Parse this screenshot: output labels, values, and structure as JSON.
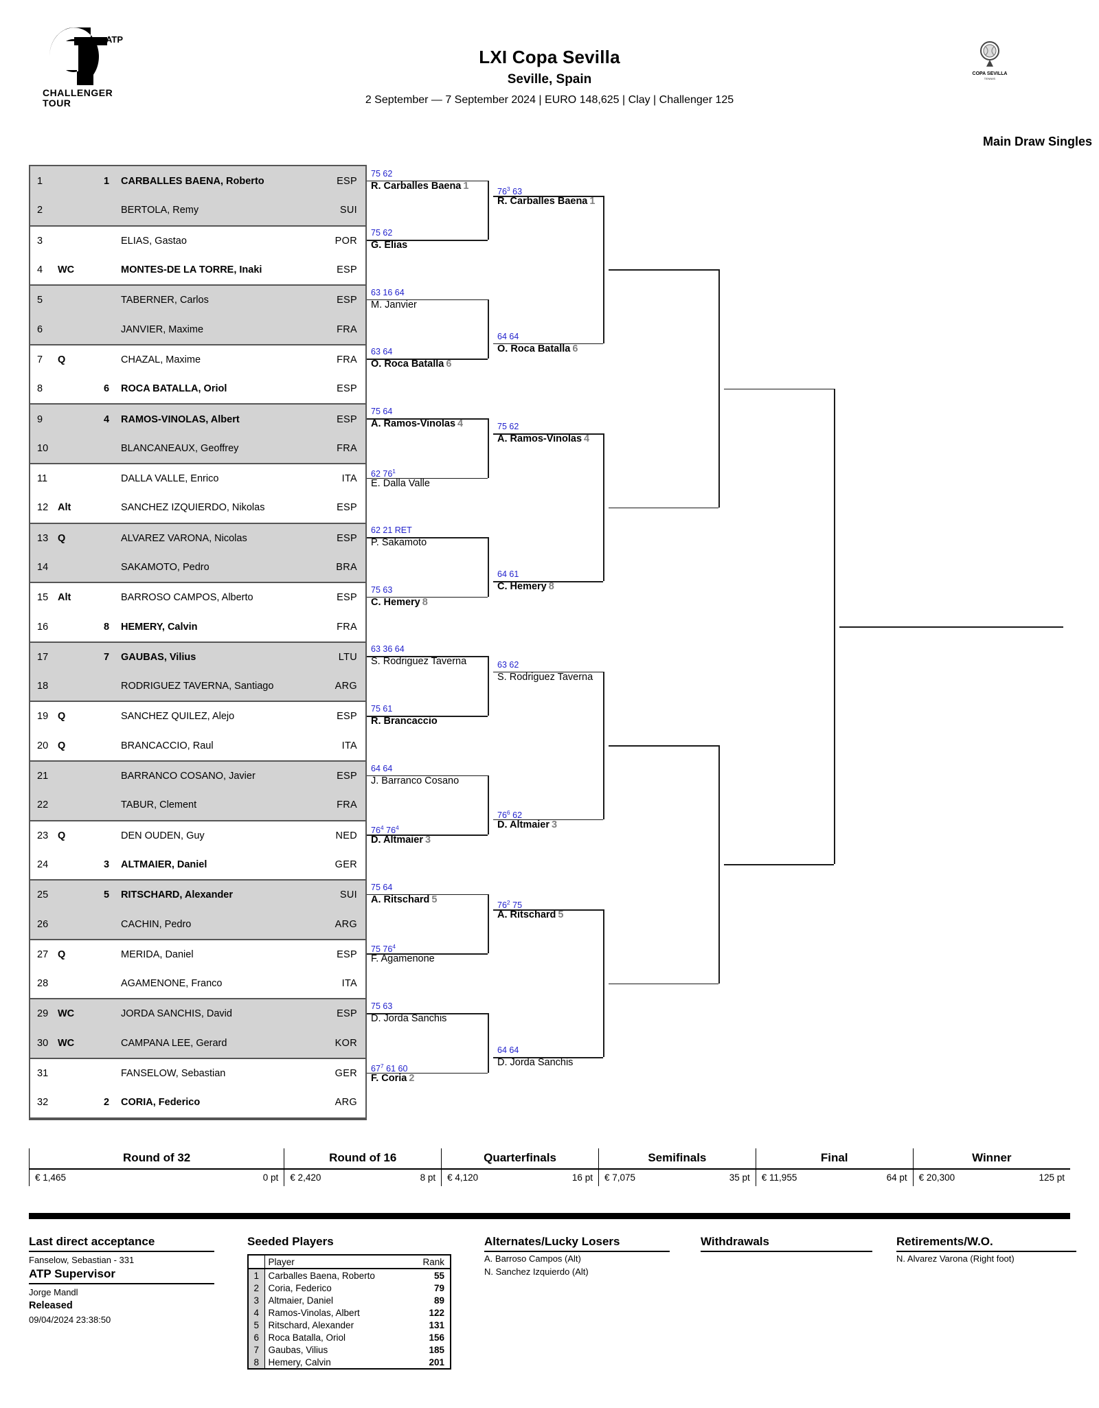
{
  "header": {
    "atp_logo_text": "CHALLENGER TOUR",
    "tournament_name": "LXI Copa Sevilla",
    "location": "Seville, Spain",
    "meta": "2 September — 7 September 2024 | EURO 148,625 | Clay | Challenger 125",
    "event_logo_name": "COPA SEVILLA",
    "event_logo_sub": "TENNIS",
    "draw_label": "Main Draw Singles"
  },
  "r32_entries": [
    {
      "num": "1",
      "status": "",
      "seed": "1",
      "name": "CARBALLES BAENA, Roberto",
      "country": "ESP",
      "bold": true
    },
    {
      "num": "2",
      "status": "",
      "seed": "",
      "name": "BERTOLA, Remy",
      "country": "SUI",
      "bold": false
    },
    {
      "num": "3",
      "status": "",
      "seed": "",
      "name": "ELIAS, Gastao",
      "country": "POR",
      "bold": false
    },
    {
      "num": "4",
      "status": "WC",
      "seed": "",
      "name": "MONTES-DE LA TORRE, Inaki",
      "country": "ESP",
      "bold": true
    },
    {
      "num": "5",
      "status": "",
      "seed": "",
      "name": "TABERNER, Carlos",
      "country": "ESP",
      "bold": false
    },
    {
      "num": "6",
      "status": "",
      "seed": "",
      "name": "JANVIER, Maxime",
      "country": "FRA",
      "bold": false
    },
    {
      "num": "7",
      "status": "Q",
      "seed": "",
      "name": "CHAZAL, Maxime",
      "country": "FRA",
      "bold": false
    },
    {
      "num": "8",
      "status": "",
      "seed": "6",
      "name": "ROCA BATALLA, Oriol",
      "country": "ESP",
      "bold": true
    },
    {
      "num": "9",
      "status": "",
      "seed": "4",
      "name": "RAMOS-VINOLAS, Albert",
      "country": "ESP",
      "bold": true
    },
    {
      "num": "10",
      "status": "",
      "seed": "",
      "name": "BLANCANEAUX, Geoffrey",
      "country": "FRA",
      "bold": false
    },
    {
      "num": "11",
      "status": "",
      "seed": "",
      "name": "DALLA VALLE, Enrico",
      "country": "ITA",
      "bold": false
    },
    {
      "num": "12",
      "status": "Alt",
      "seed": "",
      "name": "SANCHEZ IZQUIERDO, Nikolas",
      "country": "ESP",
      "bold": false
    },
    {
      "num": "13",
      "status": "Q",
      "seed": "",
      "name": "ALVAREZ VARONA, Nicolas",
      "country": "ESP",
      "bold": false
    },
    {
      "num": "14",
      "status": "",
      "seed": "",
      "name": "SAKAMOTO, Pedro",
      "country": "BRA",
      "bold": false
    },
    {
      "num": "15",
      "status": "Alt",
      "seed": "",
      "name": "BARROSO CAMPOS, Alberto",
      "country": "ESP",
      "bold": false
    },
    {
      "num": "16",
      "status": "",
      "seed": "8",
      "name": "HEMERY, Calvin",
      "country": "FRA",
      "bold": true
    },
    {
      "num": "17",
      "status": "",
      "seed": "7",
      "name": "GAUBAS, Vilius",
      "country": "LTU",
      "bold": true
    },
    {
      "num": "18",
      "status": "",
      "seed": "",
      "name": "RODRIGUEZ TAVERNA, Santiago",
      "country": "ARG",
      "bold": false
    },
    {
      "num": "19",
      "status": "Q",
      "seed": "",
      "name": "SANCHEZ QUILEZ, Alejo",
      "country": "ESP",
      "bold": false
    },
    {
      "num": "20",
      "status": "Q",
      "seed": "",
      "name": "BRANCACCIO, Raul",
      "country": "ITA",
      "bold": false
    },
    {
      "num": "21",
      "status": "",
      "seed": "",
      "name": "BARRANCO COSANO, Javier",
      "country": "ESP",
      "bold": false
    },
    {
      "num": "22",
      "status": "",
      "seed": "",
      "name": "TABUR, Clement",
      "country": "FRA",
      "bold": false
    },
    {
      "num": "23",
      "status": "Q",
      "seed": "",
      "name": "DEN OUDEN, Guy",
      "country": "NED",
      "bold": false
    },
    {
      "num": "24",
      "status": "",
      "seed": "3",
      "name": "ALTMAIER, Daniel",
      "country": "GER",
      "bold": true
    },
    {
      "num": "25",
      "status": "",
      "seed": "5",
      "name": "RITSCHARD, Alexander",
      "country": "SUI",
      "bold": true
    },
    {
      "num": "26",
      "status": "",
      "seed": "",
      "name": "CACHIN, Pedro",
      "country": "ARG",
      "bold": false
    },
    {
      "num": "27",
      "status": "Q",
      "seed": "",
      "name": "MERIDA, Daniel",
      "country": "ESP",
      "bold": false
    },
    {
      "num": "28",
      "status": "",
      "seed": "",
      "name": "AGAMENONE, Franco",
      "country": "ITA",
      "bold": false
    },
    {
      "num": "29",
      "status": "WC",
      "seed": "",
      "name": "JORDA SANCHIS, David",
      "country": "ESP",
      "bold": false
    },
    {
      "num": "30",
      "status": "WC",
      "seed": "",
      "name": "CAMPANA LEE, Gerard",
      "country": "KOR",
      "bold": false
    },
    {
      "num": "31",
      "status": "",
      "seed": "",
      "name": "FANSELOW, Sebastian",
      "country": "GER",
      "bold": false
    },
    {
      "num": "32",
      "status": "",
      "seed": "2",
      "name": "CORIA, Federico",
      "country": "ARG",
      "bold": true
    }
  ],
  "round_of_16": [
    {
      "name": "R. Carballes Baena",
      "seed": "1",
      "score": "75 62",
      "bold": true
    },
    {
      "name": "G. Elias",
      "seed": "",
      "score": "75 62",
      "bold": true
    },
    {
      "name": "M. Janvier",
      "seed": "",
      "score": "63 16 64",
      "bold": false
    },
    {
      "name": "O. Roca Batalla",
      "seed": "6",
      "score": "63 64",
      "bold": true
    },
    {
      "name": "A. Ramos-Vinolas",
      "seed": "4",
      "score": "75 64",
      "bold": true
    },
    {
      "name": "E. Dalla Valle",
      "seed": "",
      "score": "62 76|1",
      "bold": false
    },
    {
      "name": "P. Sakamoto",
      "seed": "",
      "score": "62 21 RET",
      "bold": false
    },
    {
      "name": "C. Hemery",
      "seed": "8",
      "score": "75 63",
      "bold": true
    },
    {
      "name": "S. Rodriguez Taverna",
      "seed": "",
      "score": "63 36 64",
      "bold": false
    },
    {
      "name": "R. Brancaccio",
      "seed": "",
      "score": "75 61",
      "bold": true
    },
    {
      "name": "J. Barranco Cosano",
      "seed": "",
      "score": "64 64",
      "bold": false
    },
    {
      "name": "D. Altmaier",
      "seed": "3",
      "score": "76|4 76|4",
      "bold": true
    },
    {
      "name": "A. Ritschard",
      "seed": "5",
      "score": "75 64",
      "bold": true
    },
    {
      "name": "F. Agamenone",
      "seed": "",
      "score": "75 76|4",
      "bold": false
    },
    {
      "name": "D. Jorda Sanchis",
      "seed": "",
      "score": "75 63",
      "bold": false
    },
    {
      "name": "F. Coria",
      "seed": "2",
      "score": "67|7 61 60",
      "bold": true
    }
  ],
  "quarterfinals": [
    {
      "name": "R. Carballes Baena",
      "seed": "1",
      "score": "76|3 63",
      "bold": true
    },
    {
      "name": "O. Roca Batalla",
      "seed": "6",
      "score": "64 64",
      "bold": true
    },
    {
      "name": "A. Ramos-Vinolas",
      "seed": "4",
      "score": "75 62",
      "bold": true
    },
    {
      "name": "C. Hemery",
      "seed": "8",
      "score": "64 61",
      "bold": true
    },
    {
      "name": "S. Rodriguez Taverna",
      "seed": "",
      "score": "63 62",
      "bold": false
    },
    {
      "name": "D. Altmaier",
      "seed": "3",
      "score": "76|6 62",
      "bold": true
    },
    {
      "name": "A. Ritschard",
      "seed": "5",
      "score": "76|2 75",
      "bold": true
    },
    {
      "name": "D. Jorda Sanchis",
      "seed": "",
      "score": "64 64",
      "bold": false
    }
  ],
  "semifinals": [
    {
      "name": "",
      "seed": "",
      "score": ""
    },
    {
      "name": "",
      "seed": "",
      "score": ""
    }
  ],
  "final": [
    {
      "name": "",
      "seed": "",
      "score": ""
    }
  ],
  "money_table": {
    "columns": [
      {
        "round": "Round of 32",
        "money": "€ 1,465",
        "points": "0 pt"
      },
      {
        "round": "Round of 16",
        "money": "€ 2,420",
        "points": "8 pt"
      },
      {
        "round": "Quarterfinals",
        "money": "€ 4,120",
        "points": "16 pt"
      },
      {
        "round": "Semifinals",
        "money": "€ 7,075",
        "points": "35 pt"
      },
      {
        "round": "Final",
        "money": "€ 11,955",
        "points": "64 pt"
      },
      {
        "round": "Winner",
        "money": "€ 20,300",
        "points": "125 pt"
      }
    ]
  },
  "footer": {
    "last_direct_acceptance": {
      "title": "Last direct acceptance",
      "value": "Fanselow, Sebastian - 331"
    },
    "atp_supervisor": {
      "title": "ATP Supervisor",
      "name": "Jorge Mandl",
      "released_label": "Released",
      "released_time": "09/04/2024 23:38:50"
    },
    "seeded_players": {
      "title": "Seeded Players",
      "col_player": "Player",
      "col_rank": "Rank",
      "rows": [
        {
          "seed": "1",
          "player": "Carballes Baena, Roberto",
          "rank": "55"
        },
        {
          "seed": "2",
          "player": "Coria, Federico",
          "rank": "79"
        },
        {
          "seed": "3",
          "player": "Altmaier, Daniel",
          "rank": "89"
        },
        {
          "seed": "4",
          "player": "Ramos-Vinolas, Albert",
          "rank": "122"
        },
        {
          "seed": "5",
          "player": "Ritschard, Alexander",
          "rank": "131"
        },
        {
          "seed": "6",
          "player": "Roca Batalla, Oriol",
          "rank": "156"
        },
        {
          "seed": "7",
          "player": "Gaubas, Vilius",
          "rank": "185"
        },
        {
          "seed": "8",
          "player": "Hemery, Calvin",
          "rank": "201"
        }
      ]
    },
    "alternates": {
      "title": "Alternates/Lucky Losers",
      "entries": [
        "A. Barroso Campos (Alt)",
        "N. Sanchez Izquierdo (Alt)"
      ]
    },
    "withdrawals": {
      "title": "Withdrawals",
      "entries": []
    },
    "retirements": {
      "title": "Retirements/W.O.",
      "entries": [
        "N. Alvarez Varona (Right foot)"
      ]
    }
  },
  "colors": {
    "score_blue": "#2222cc",
    "seed_gray": "#808080",
    "row_shade": "#d3d3d3"
  }
}
